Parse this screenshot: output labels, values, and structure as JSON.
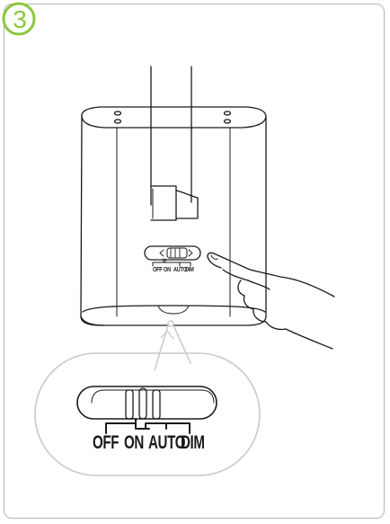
{
  "step": {
    "number": "3",
    "color": "#8cc63f"
  },
  "switch_positions": [
    "OFF",
    "ON",
    "AUTO",
    "DIM"
  ],
  "colors": {
    "line": "#1a1a1a",
    "callout_border": "#c9c9c9",
    "frame": "#b5b5b5"
  }
}
